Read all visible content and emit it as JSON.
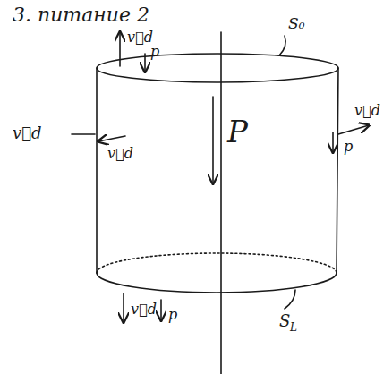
{
  "diagram": {
    "title": "3. питание 2",
    "labels": [
      "v⃗d",
      "p",
      "S₀",
      "v⃗d",
      "P",
      "v⃗d",
      "v⃗d",
      "p",
      "v⃗d",
      "p",
      "S",
      "L"
    ]
  }
}
